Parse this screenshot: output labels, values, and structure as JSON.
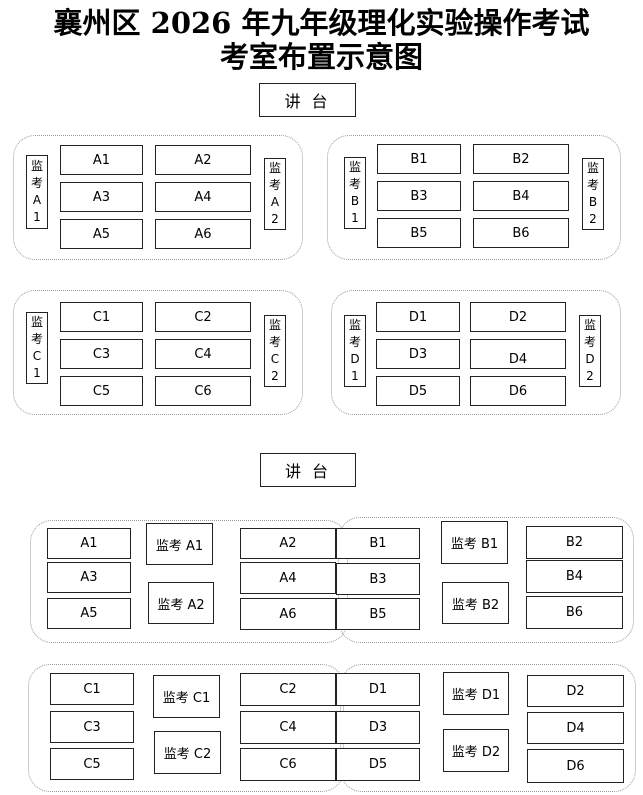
{
  "title": {
    "line1": "襄州区 2026 年九年级理化实验操作考试",
    "line2": "考室布置示意图"
  },
  "podium": "讲 台",
  "seats": [
    "A1",
    "A2",
    "A3",
    "A4",
    "A5",
    "A6",
    "B1",
    "B2",
    "B3",
    "B4",
    "B5",
    "B6",
    "C1",
    "C2",
    "C3",
    "C4",
    "C5",
    "C6",
    "D1",
    "D2",
    "D3",
    "D4",
    "D5",
    "D6"
  ],
  "proctors": [
    "监考 A1",
    "监考 A2",
    "监考 B1",
    "监考 B2",
    "监考 C1",
    "监考 C2",
    "监考 D1",
    "监考 D2"
  ],
  "proctor_vertical": {
    "A1": [
      "监",
      "考",
      "A",
      "1"
    ],
    "A2": [
      "监",
      "考",
      "A",
      "2"
    ],
    "B1": [
      "监",
      "考",
      "B",
      "1"
    ],
    "B2": [
      "监",
      "考",
      "B",
      "2"
    ],
    "C1": [
      "监",
      "考",
      "C",
      "1"
    ],
    "C2": [
      "监",
      "考",
      "C",
      "2"
    ],
    "D1": [
      "监",
      "考",
      "D",
      "1"
    ],
    "D2": [
      "监",
      "考",
      "D",
      "2"
    ]
  }
}
